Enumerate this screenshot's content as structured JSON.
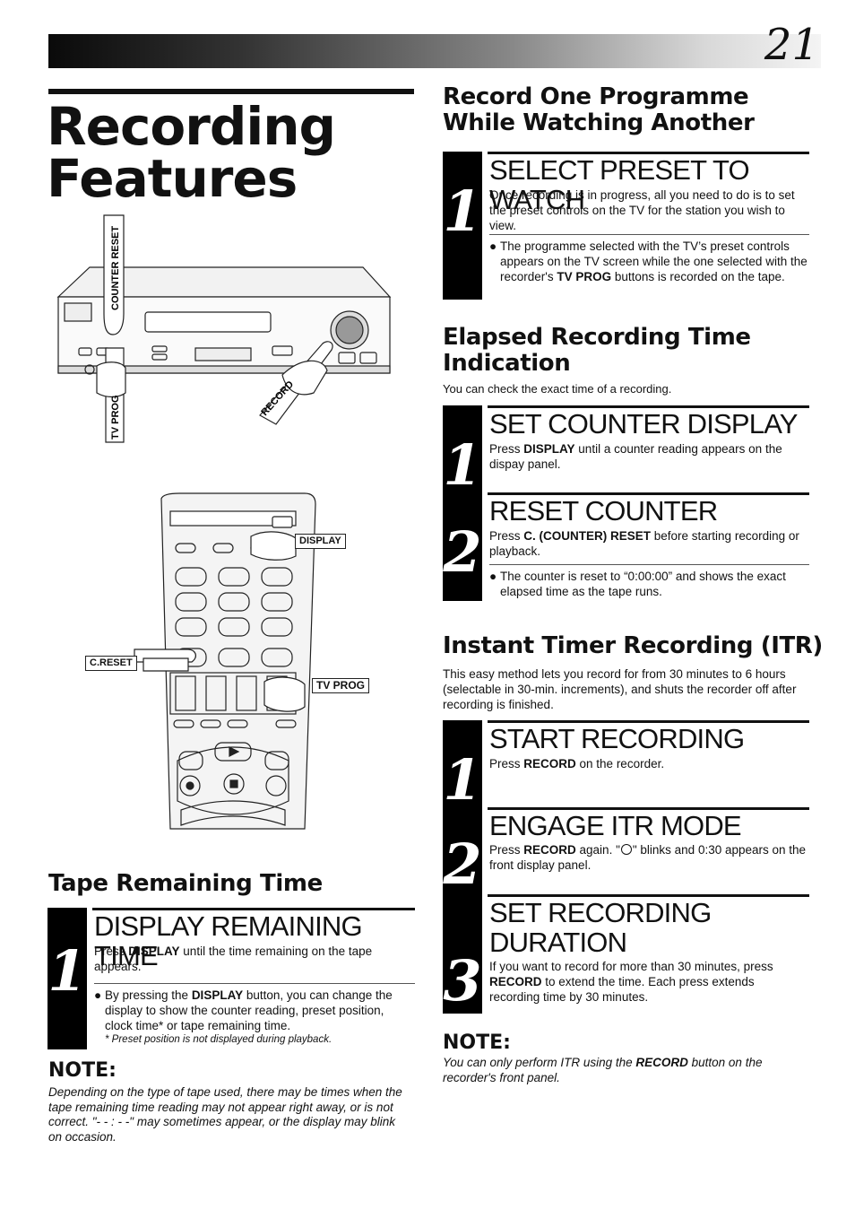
{
  "header": {
    "page_number": "21"
  },
  "page_title": {
    "line1": "Recording",
    "line2": "Features"
  },
  "vcr_figure": {
    "labels": {
      "counter_reset": "COUNTER RESET",
      "tv_prog": "TV PROG",
      "record": "RECORD"
    }
  },
  "remote_figure": {
    "labels": {
      "display": "DISPLAY",
      "creset": "C.RESET",
      "tv_prog": "TV PROG"
    }
  },
  "tape_remaining": {
    "heading": "Tape Remaining Time",
    "step1": {
      "number": "1",
      "title": "DISPLAY REMAINING TIME",
      "text_pre": "Press ",
      "text_bold": "DISPLAY",
      "text_post": " until the time remaining on the tape appears.",
      "bullet_pre": "By pressing the ",
      "bullet_bold": "DISPLAY",
      "bullet_post": " button, you can change the display to show the counter reading, preset position, clock time* or tape remaining time.",
      "footnote": "* Preset position is not displayed during playback."
    },
    "note": {
      "heading": "NOTE:",
      "text": "Depending on the type of tape used, there may be times when the tape remaining time reading may not appear right away, or is not correct. \"- - : - -\" may sometimes appear, or the display may blink on occasion."
    }
  },
  "record_one": {
    "heading_line1": "Record One Programme",
    "heading_line2": "While Watching Another",
    "step1": {
      "number": "1",
      "title": "SELECT PRESET TO WATCH",
      "text": "Once recording is in progress, all you need to do is to set the preset controls on the TV for the station you wish to view.",
      "bullet_pre": "The programme selected with the TV’s preset controls appears on the TV screen while the one selected with the recorder's ",
      "bullet_bold": "TV PROG",
      "bullet_post": " buttons is recorded on the tape."
    }
  },
  "elapsed": {
    "heading_line1": "Elapsed Recording Time",
    "heading_line2": "Indication",
    "intro": "You can check the exact time of a recording.",
    "step1": {
      "number": "1",
      "title": "SET COUNTER DISPLAY",
      "text_pre": "Press ",
      "text_bold": "DISPLAY",
      "text_post": " until a counter reading appears on the dispay panel."
    },
    "step2": {
      "number": "2",
      "title": "RESET COUNTER",
      "text_pre": "Press ",
      "text_bold": "C. (COUNTER) RESET",
      "text_post": " before starting recording or playback.",
      "bullet": "The counter is reset to “0:00:00” and shows the exact elapsed time as the tape runs."
    }
  },
  "itr": {
    "heading": "Instant Timer Recording (ITR)",
    "intro": "This easy method lets you record for from 30 minutes to 6 hours (selectable in 30-min. increments), and shuts the recorder off after recording is finished.",
    "step1": {
      "number": "1",
      "title": "START RECORDING",
      "text_pre": "Press ",
      "text_bold": "RECORD",
      "text_post": " on the recorder."
    },
    "step2": {
      "number": "2",
      "title": "ENGAGE ITR MODE",
      "text_pre": "Press ",
      "text_bold": "RECORD",
      "text_mid": " again. \"",
      "text_post": "\" blinks and 0:30 appears on the front display panel."
    },
    "step3": {
      "number": "3",
      "title_line1": "SET RECORDING",
      "title_line2": "DURATION",
      "text_pre": "If you want to record for more than 30 minutes, press ",
      "text_bold": "RECORD",
      "text_post": " to extend the time. Each press extends recording time by 30 minutes."
    },
    "note": {
      "heading": "NOTE:",
      "text_pre": "You can only perform ITR using the ",
      "text_bold": "RECORD",
      "text_post": " button on the recorder's front panel."
    }
  }
}
